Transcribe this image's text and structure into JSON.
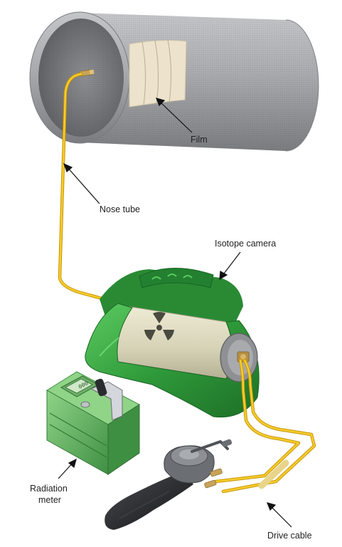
{
  "labels": {
    "film": "Film",
    "nose_tube": "Nose tube",
    "isotope_camera": "Isotope camera",
    "radiation_meter_line1": "Radiation",
    "radiation_meter_line2": "meter",
    "drive_cable": "Drive cable"
  },
  "meter_display": "000",
  "icons": {
    "radiation": "radiation-trefoil-icon"
  },
  "colors": {
    "pipe": "#a9aaad",
    "pipe_dark": "#6f7075",
    "film": "#ede3cc",
    "cable": "#f2c21b",
    "camera_green": "#2f9a3a",
    "camera_light": "#53c25a",
    "canister": "#d9d6bd",
    "meter_green": "#5fb35d",
    "crank_gray": "#6b6e73",
    "handle_black": "#1e1f22",
    "label_text": "#222222"
  }
}
